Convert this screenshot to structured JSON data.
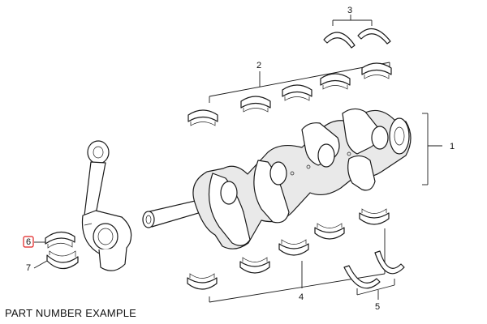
{
  "callouts": {
    "c1": "1",
    "c2": "2",
    "c3": "3",
    "c4": "4",
    "c5": "5",
    "c6": "6",
    "c7": "7"
  },
  "caption": "PART NUMBER EXAMPLE",
  "colors": {
    "highlight": "#e02020",
    "ink": "#1a1a1a"
  }
}
